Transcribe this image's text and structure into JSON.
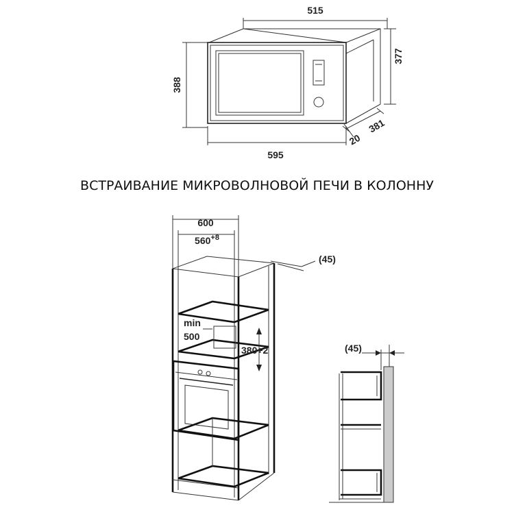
{
  "microwave": {
    "dims": {
      "top_depth": "515",
      "right_height": "377",
      "left_height": "388",
      "bottom_width": "595",
      "front_offset": "20",
      "side_depth": "381"
    }
  },
  "title": "ВСТРАИВАНИЕ МИКРОВОЛНОВОЙ ПЕЧИ В КОЛОННУ",
  "column": {
    "width_outer": "600",
    "width_inner": "560",
    "width_inner_tol": "+8",
    "back_gap": "(45)",
    "min_label": "min",
    "min_value": "500",
    "niche_height": "380+2"
  },
  "side_view": {
    "back_gap": "(45)"
  }
}
